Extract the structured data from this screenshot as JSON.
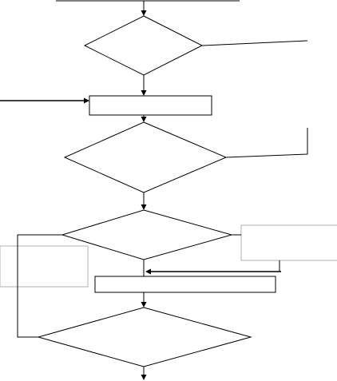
{
  "diagram": {
    "type": "flowchart",
    "text_labels": [],
    "colors": {
      "stroke": "#000000",
      "fill": "#ffffff",
      "panel_stroke": "#b0b0b0"
    },
    "node_kinds": [
      "decision",
      "process",
      "decision",
      "decision",
      "process",
      "decision"
    ]
  }
}
